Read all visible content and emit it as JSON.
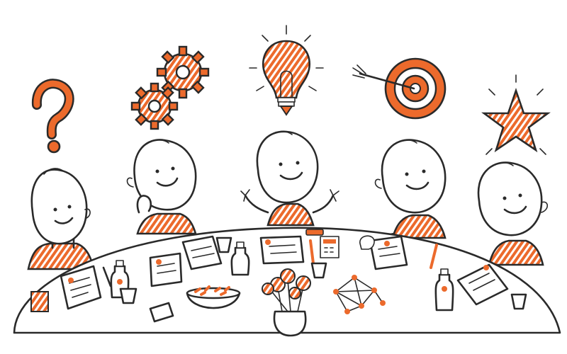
{
  "scene": {
    "subject": "meeting-around-round-table",
    "style": "hand-drawn doodle",
    "colors": {
      "ink": "#2a2a2a",
      "accent": "#ec6a2c",
      "background": "#ffffff"
    },
    "thought_icons": [
      {
        "name": "question-mark-icon"
      },
      {
        "name": "gears-icon"
      },
      {
        "name": "light-bulb-icon"
      },
      {
        "name": "target-arrow-icon"
      },
      {
        "name": "star-icon"
      }
    ],
    "people_count": 5
  }
}
